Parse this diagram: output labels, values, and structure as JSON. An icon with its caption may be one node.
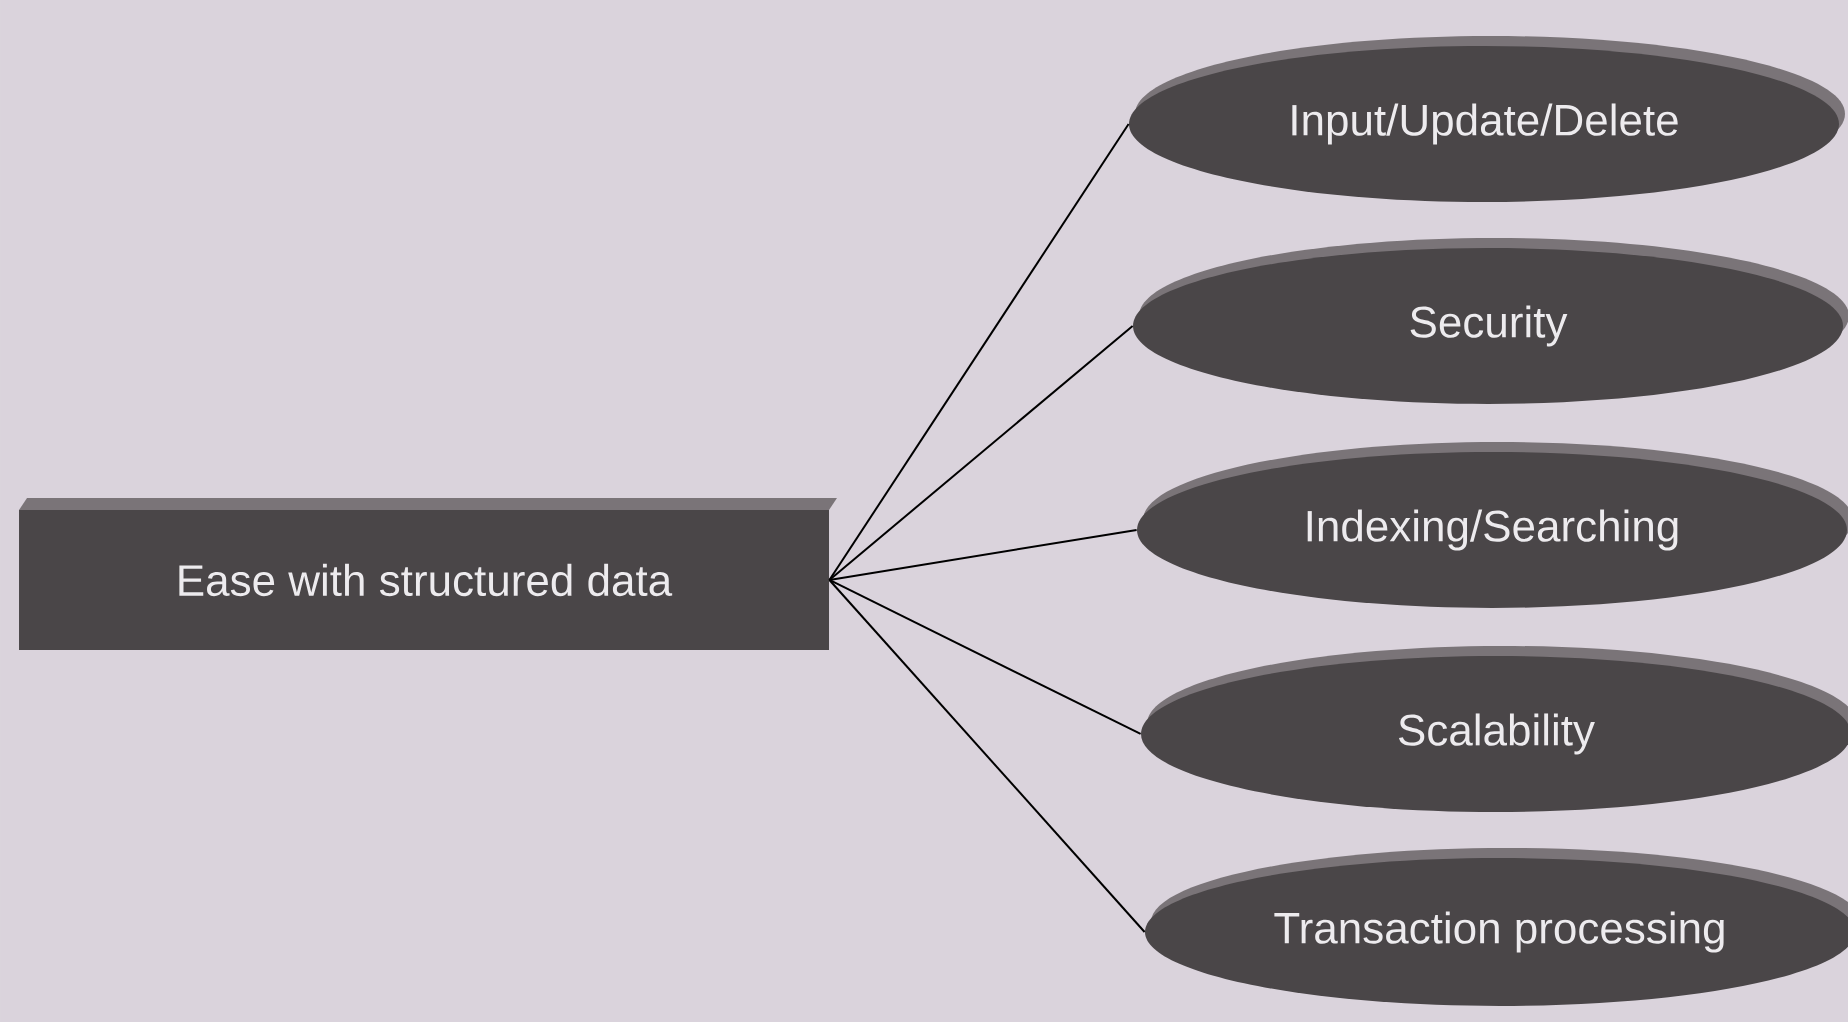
{
  "diagram": {
    "nodes": [
      {
        "text": [
          "Ease with structured data"
        ]
      },
      {
        "text": [
          "Input/Update/Delete"
        ]
      },
      {
        "text": [
          "Security"
        ]
      },
      {
        "text": [
          "Indexing/Searching"
        ]
      },
      {
        "text": [
          "Scalability"
        ]
      },
      {
        "text": [
          "Transaction processing"
        ]
      }
    ],
    "edges": [
      {
        "from": 0,
        "to": 1,
        "arrow": "none"
      },
      {
        "from": 0,
        "to": 2,
        "arrow": "none"
      },
      {
        "from": 0,
        "to": 3,
        "arrow": "none"
      },
      {
        "from": 0,
        "to": 4,
        "arrow": "none"
      },
      {
        "from": 0,
        "to": 5,
        "arrow": "none"
      }
    ]
  }
}
